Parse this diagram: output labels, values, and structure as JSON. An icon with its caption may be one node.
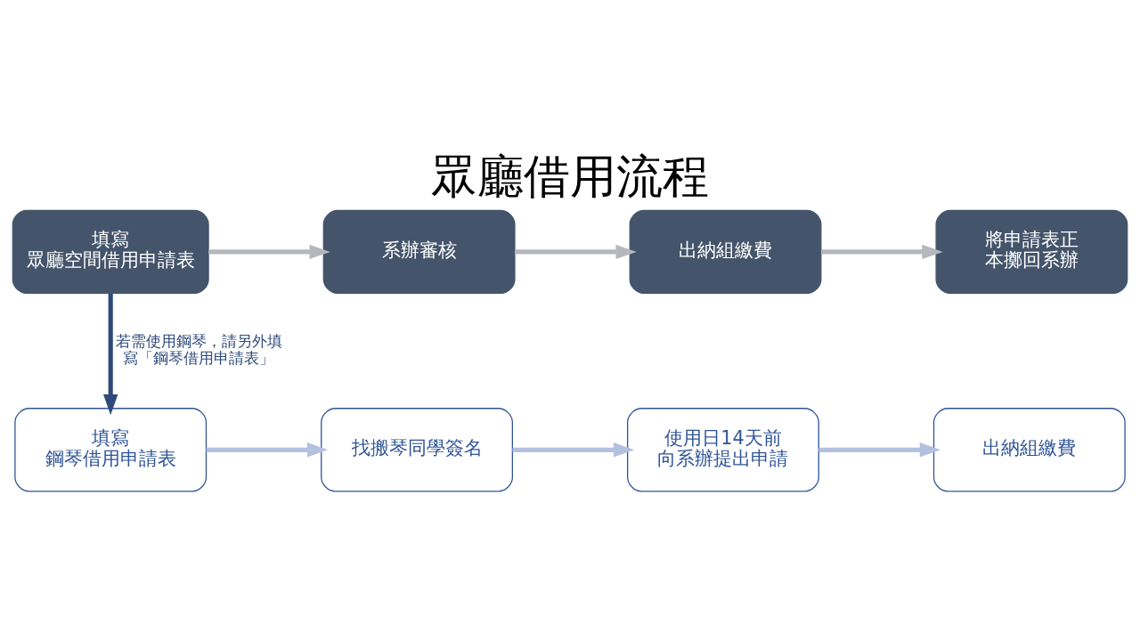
{
  "diagram": {
    "title": "眾廳借用流程",
    "nodes": [
      {
        "text": [
          "填寫",
          "眾廳空間借用申請表"
        ]
      },
      {
        "text": [
          "系辦審核"
        ]
      },
      {
        "text": [
          "出納組繳費"
        ]
      },
      {
        "text": [
          "將申請表正本擲回系辦"
        ]
      },
      {
        "text": [
          "填寫",
          "鋼琴借用申請表"
        ]
      },
      {
        "text": [
          "找搬琴同學簽名"
        ]
      },
      {
        "text": [
          "使用日14天前向系辦提出申請"
        ]
      },
      {
        "text": [
          "出納組繳費"
        ]
      }
    ],
    "edges": [
      {
        "from": 0,
        "to": 1,
        "arrow": "to",
        "color": "#b4b8bd"
      },
      {
        "from": 1,
        "to": 2,
        "arrow": "to",
        "color": "#b4b8bd"
      },
      {
        "from": 2,
        "to": 3,
        "arrow": "to",
        "color": "#b4b8bd"
      },
      {
        "from": 0,
        "to": 4,
        "arrow": "to",
        "label": "若需使用鋼琴，請另外填寫「鋼琴借用申請表」",
        "color": "#2f4a7a"
      },
      {
        "from": 4,
        "to": 5,
        "arrow": "to",
        "color": "#b4c0e0"
      },
      {
        "from": 5,
        "to": 6,
        "arrow": "to",
        "color": "#b4c0e0"
      },
      {
        "from": 6,
        "to": 7,
        "arrow": "to",
        "color": "#b4c0e0"
      }
    ]
  }
}
